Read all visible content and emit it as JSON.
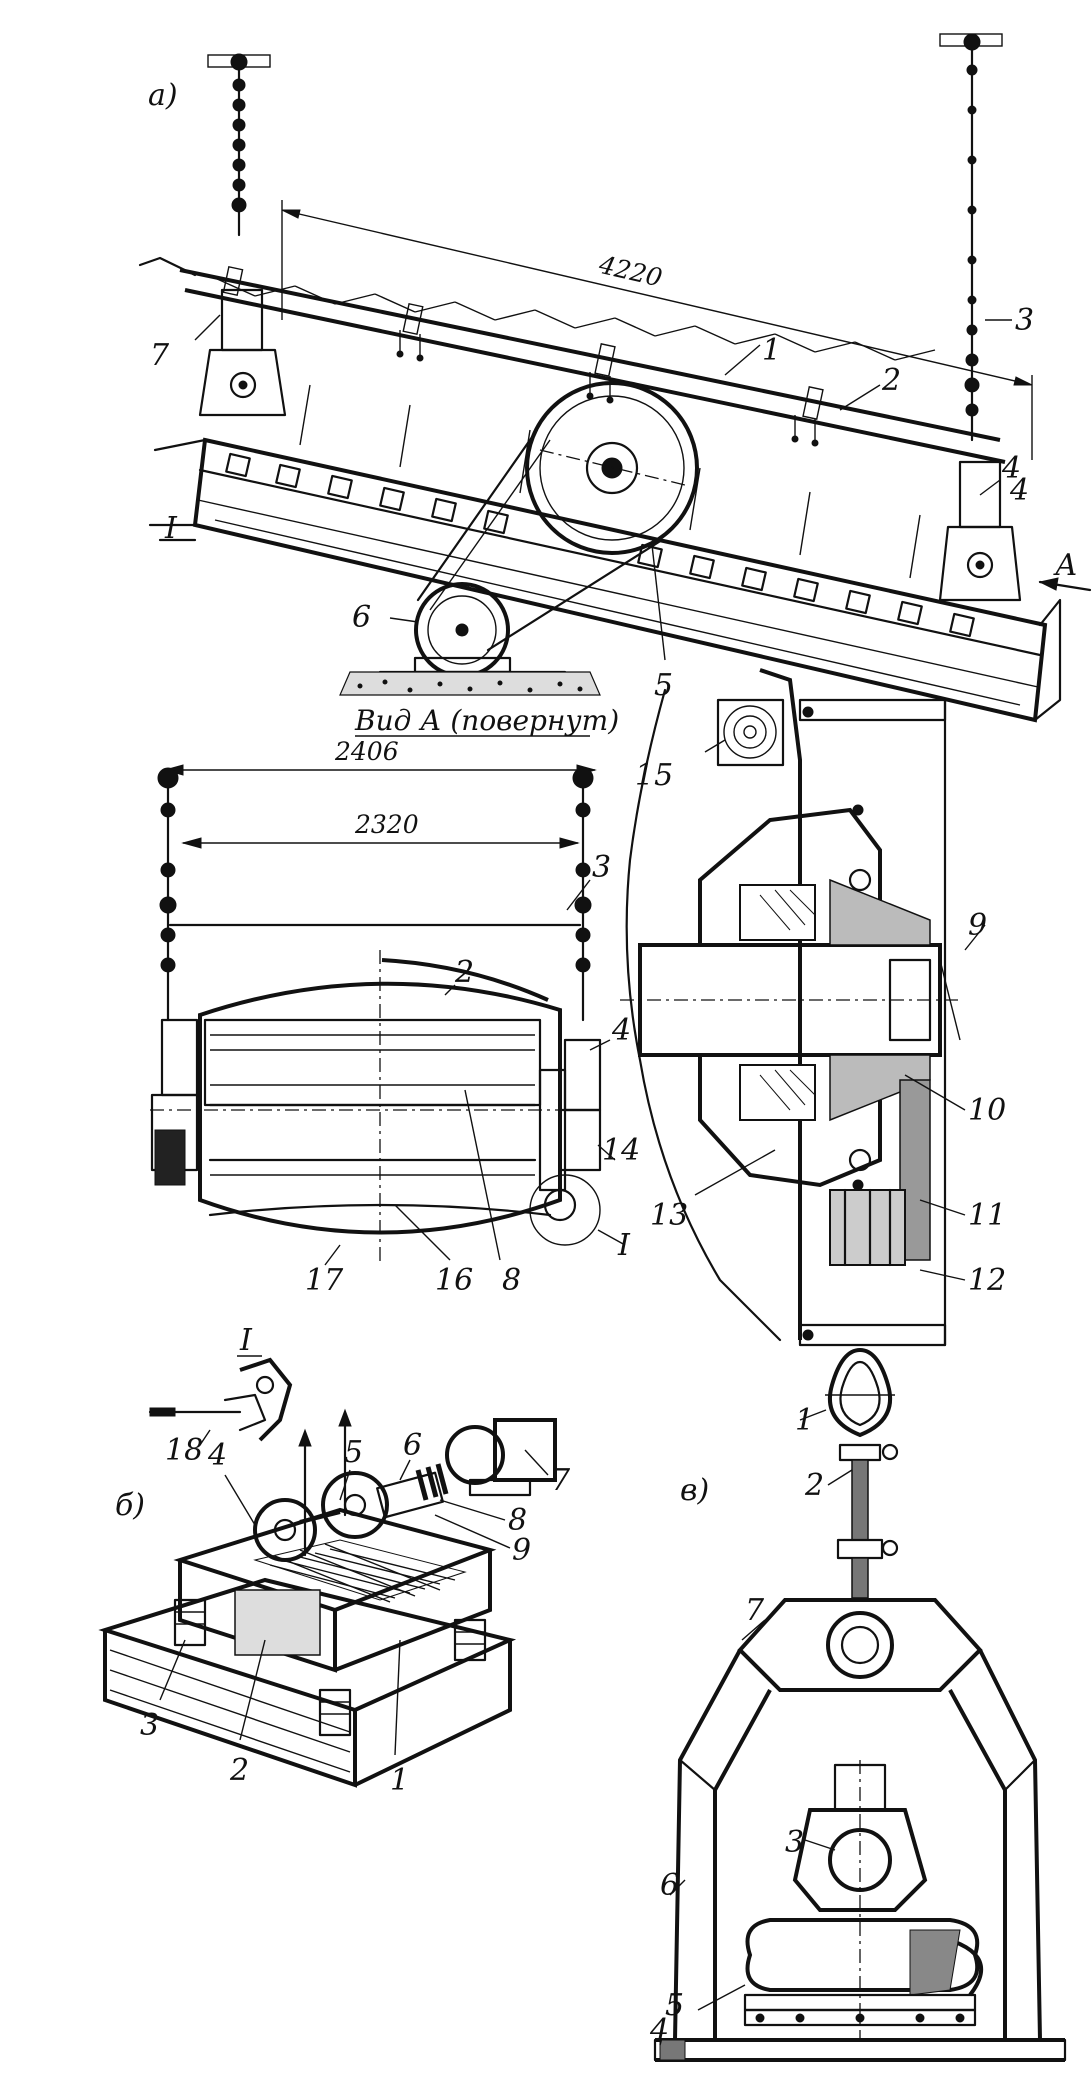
{
  "figure": {
    "panel_a": {
      "letter": "а)",
      "dimension": "4220",
      "labels": [
        "1",
        "2",
        "3",
        "4",
        "4",
        "5",
        "6",
        "7"
      ],
      "section_mark": "I",
      "arrow_label": "А"
    },
    "view_a": {
      "title": "Вид А (повернут)",
      "dimensions": [
        "2406",
        "2320"
      ],
      "labels": [
        "2",
        "3",
        "4",
        "8",
        "14",
        "16",
        "17",
        "I"
      ]
    },
    "section": {
      "labels": [
        "9",
        "10",
        "11",
        "12",
        "13",
        "15"
      ]
    },
    "detail_i": {
      "mark": "I",
      "label": "18"
    },
    "panel_b": {
      "letter": "б)",
      "labels": [
        "1",
        "2",
        "3",
        "4",
        "5",
        "6",
        "7",
        "8",
        "9"
      ]
    },
    "panel_v": {
      "letter": "в)",
      "labels": [
        "1",
        "2",
        "3",
        "4",
        "5",
        "6",
        "7"
      ]
    }
  }
}
